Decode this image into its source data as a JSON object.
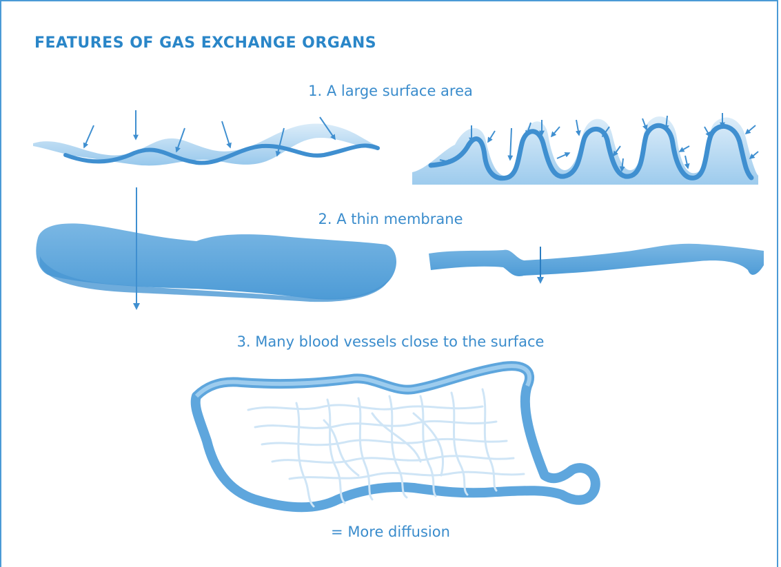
{
  "title": "FEATURES OF GAS EXCHANGE ORGANS",
  "features": [
    {
      "label": "1.  A large surface area"
    },
    {
      "label": "2.  A thin membrane"
    },
    {
      "label": "3.  Many blood vessels close to the surface"
    }
  ],
  "conclusion": "= More diffusion",
  "colors": {
    "accent": "#2a86c8",
    "membrane_dark": "#3f8fd0",
    "membrane_mid": "#6aaee0",
    "membrane_light": "#b9daf2",
    "vessel": "#cfe5f6"
  }
}
